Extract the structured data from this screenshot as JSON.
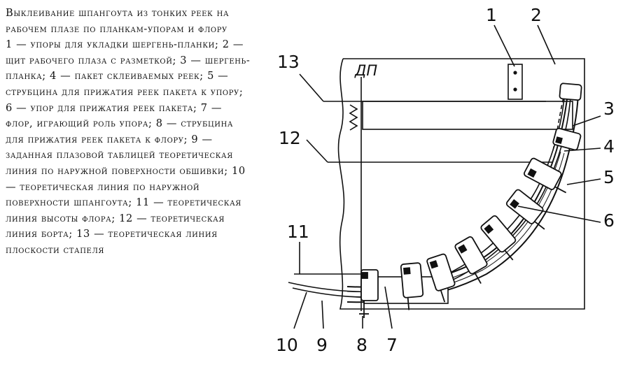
{
  "caption": {
    "title": "Выклеивание шпангоута из тонких реек на рабочем плазе по планкам-упорам и флору",
    "legend": "1 — упоры для укладки шергень-планки; 2 — щит рабочего плаза с разметкой; 3 — шергень-планка; 4 — пакет склеиваемых реек; 5 — струбцина для прижатия реек пакета к упору; 6 — упор для прижатия реек пакета; 7 — флор, играющий роль упора; 8 — струбцина для прижатия реек пакета к флору; 9 — заданная плазовой таблицей теоретическая линия по наружной поверхности обшивки; 10 — теоретическая линия по наружной поверхности шпангоута; 11 — теоретическая линия высоты флора; 12 — теоретическая линия борта; 13 — теоретическая линия плоскости стапеля"
  },
  "diagram": {
    "dp_label": "ДП",
    "callouts": [
      "1",
      "2",
      "3",
      "4",
      "5",
      "6",
      "7",
      "8",
      "9",
      "10",
      "11",
      "12",
      "13"
    ]
  }
}
